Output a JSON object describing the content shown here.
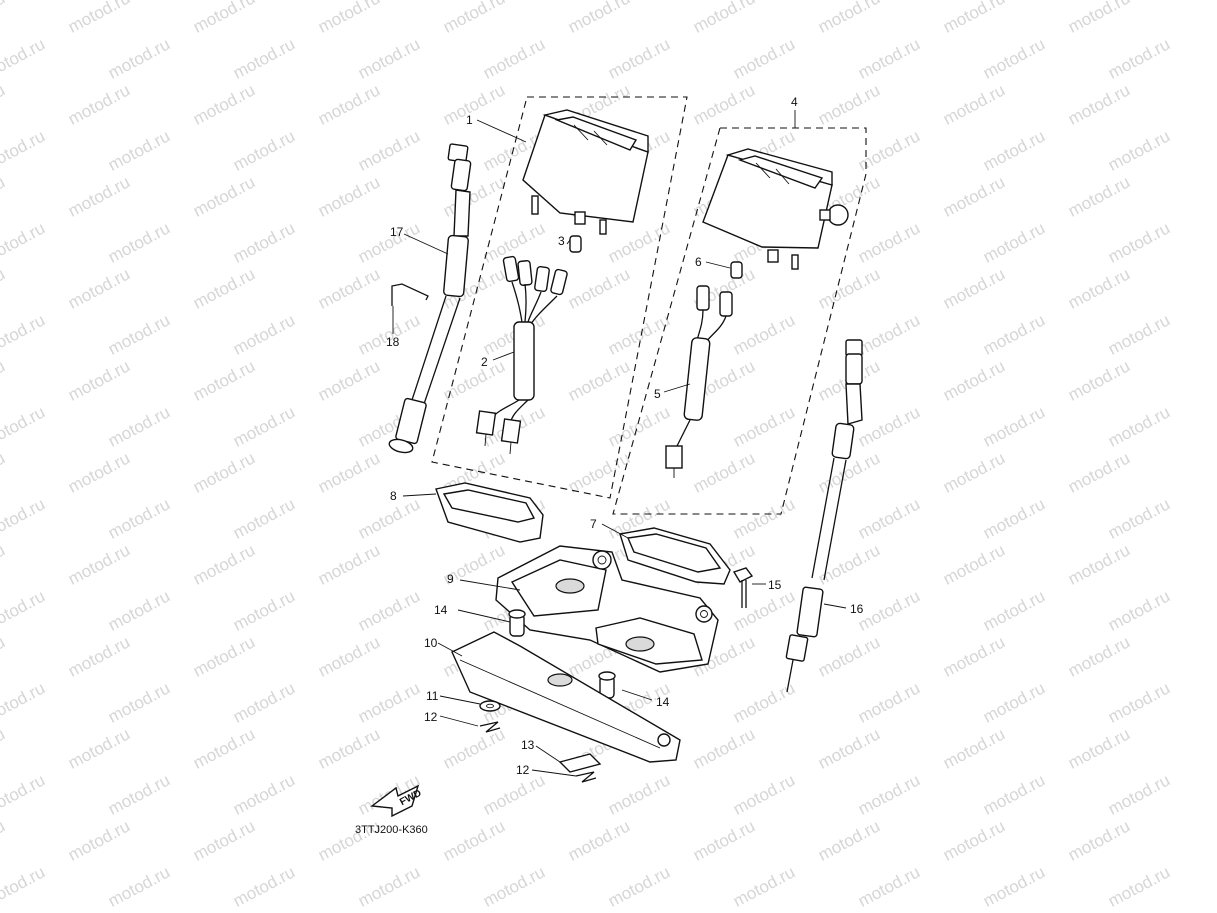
{
  "watermark": {
    "text": "motod.ru"
  },
  "diagram_code": "3TTJ200-K360",
  "fwd_label": "FWD",
  "callouts": {
    "c1": "1",
    "c2": "2",
    "c3": "3",
    "c4": "4",
    "c5": "5",
    "c6": "6",
    "c7": "7",
    "c8": "8",
    "c9": "9",
    "c10": "10",
    "c11": "11",
    "c12a": "12",
    "c12b": "12",
    "c13": "13",
    "c14a": "14",
    "c14b": "14",
    "c15": "15",
    "c16": "16",
    "c17": "17",
    "c18": "18"
  }
}
